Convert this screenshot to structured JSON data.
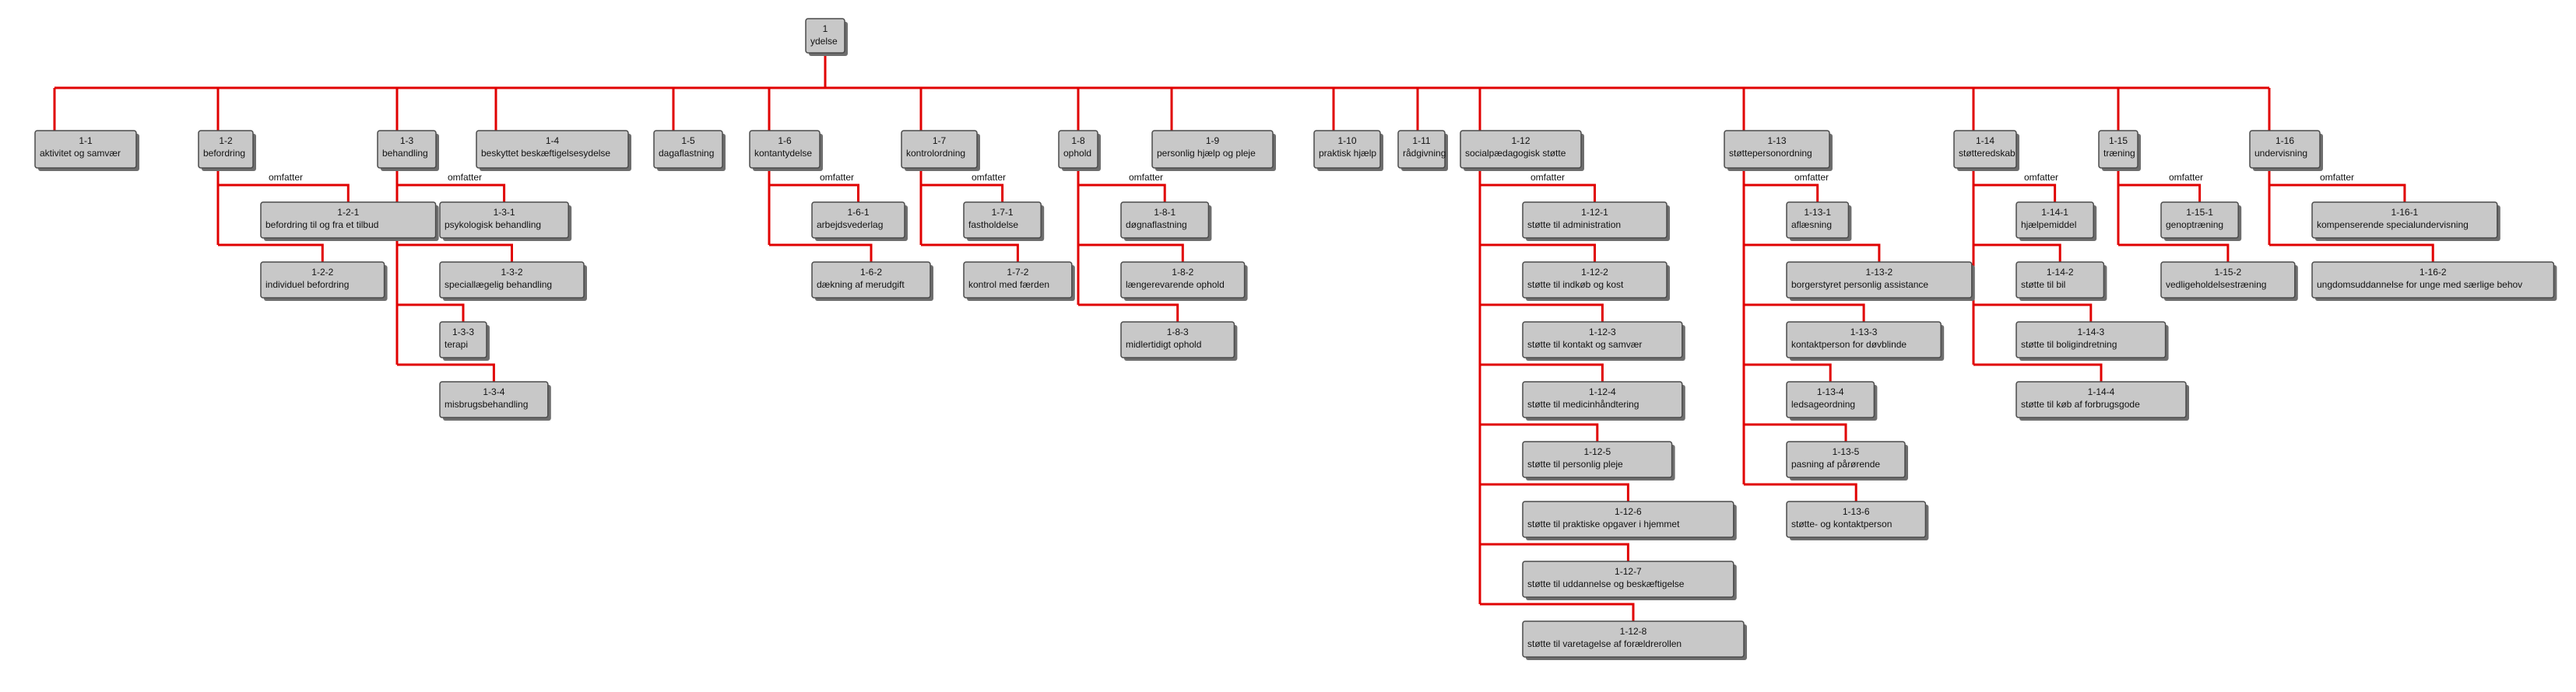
{
  "connector_label": "omfatter",
  "colors": {
    "connector": "#e00000",
    "node_fill": "#c8c8c8",
    "node_border": "#4a4a4a"
  },
  "root": {
    "code": "1",
    "label": "ydelse"
  },
  "children": [
    {
      "code": "1-1",
      "label": "aktivitet og samvær"
    },
    {
      "code": "1-2",
      "label": "befordring",
      "children": [
        {
          "code": "1-2-1",
          "label": "befordring til og fra et tilbud"
        },
        {
          "code": "1-2-2",
          "label": "individuel befordring"
        }
      ]
    },
    {
      "code": "1-3",
      "label": "behandling",
      "children": [
        {
          "code": "1-3-1",
          "label": "psykologisk behandling"
        },
        {
          "code": "1-3-2",
          "label": "speciallægelig behandling"
        },
        {
          "code": "1-3-3",
          "label": "terapi"
        },
        {
          "code": "1-3-4",
          "label": "misbrugsbehandling"
        }
      ]
    },
    {
      "code": "1-4",
      "label": "beskyttet beskæftigelsesydelse"
    },
    {
      "code": "1-5",
      "label": "dagaflastning"
    },
    {
      "code": "1-6",
      "label": "kontantydelse",
      "children": [
        {
          "code": "1-6-1",
          "label": "arbejdsvederlag"
        },
        {
          "code": "1-6-2",
          "label": "dækning af merudgift"
        }
      ]
    },
    {
      "code": "1-7",
      "label": "kontrolordning",
      "children": [
        {
          "code": "1-7-1",
          "label": "fastholdelse"
        },
        {
          "code": "1-7-2",
          "label": "kontrol med færden"
        }
      ]
    },
    {
      "code": "1-8",
      "label": "ophold",
      "children": [
        {
          "code": "1-8-1",
          "label": "døgnaflastning"
        },
        {
          "code": "1-8-2",
          "label": "længerevarende ophold"
        },
        {
          "code": "1-8-3",
          "label": "midlertidigt ophold"
        }
      ]
    },
    {
      "code": "1-9",
      "label": "personlig hjælp og pleje"
    },
    {
      "code": "1-10",
      "label": "praktisk hjælp"
    },
    {
      "code": "1-11",
      "label": "rådgivning"
    },
    {
      "code": "1-12",
      "label": "socialpædagogisk støtte",
      "children": [
        {
          "code": "1-12-1",
          "label": "støtte til administration"
        },
        {
          "code": "1-12-2",
          "label": "støtte til indkøb og kost"
        },
        {
          "code": "1-12-3",
          "label": "støtte til kontakt og samvær"
        },
        {
          "code": "1-12-4",
          "label": "støtte til medicinhåndtering"
        },
        {
          "code": "1-12-5",
          "label": "støtte til personlig pleje"
        },
        {
          "code": "1-12-6",
          "label": "støtte til praktiske opgaver i hjemmet"
        },
        {
          "code": "1-12-7",
          "label": "støtte til uddannelse og beskæftigelse"
        },
        {
          "code": "1-12-8",
          "label": "støtte til varetagelse af forældrerollen"
        }
      ]
    },
    {
      "code": "1-13",
      "label": "støttepersonordning",
      "children": [
        {
          "code": "1-13-1",
          "label": "aflæsning"
        },
        {
          "code": "1-13-2",
          "label": "borgerstyret personlig assistance"
        },
        {
          "code": "1-13-3",
          "label": "kontaktperson for døvblinde"
        },
        {
          "code": "1-13-4",
          "label": "ledsageordning"
        },
        {
          "code": "1-13-5",
          "label": "pasning af pårørende"
        },
        {
          "code": "1-13-6",
          "label": "støtte- og kontaktperson"
        }
      ]
    },
    {
      "code": "1-14",
      "label": "støtteredskab",
      "children": [
        {
          "code": "1-14-1",
          "label": "hjælpemiddel"
        },
        {
          "code": "1-14-2",
          "label": "støtte til bil"
        },
        {
          "code": "1-14-3",
          "label": "støtte til boligindretning"
        },
        {
          "code": "1-14-4",
          "label": "støtte til køb af forbrugsgode"
        }
      ]
    },
    {
      "code": "1-15",
      "label": "træning",
      "children": [
        {
          "code": "1-15-1",
          "label": "genoptræning"
        },
        {
          "code": "1-15-2",
          "label": "vedligeholdelsestræning"
        }
      ]
    },
    {
      "code": "1-16",
      "label": "undervisning",
      "children": [
        {
          "code": "1-16-1",
          "label": "kompenserende specialundervisning"
        },
        {
          "code": "1-16-2",
          "label": "ungdomsuddannelse for unge med særlige behov"
        }
      ]
    }
  ]
}
